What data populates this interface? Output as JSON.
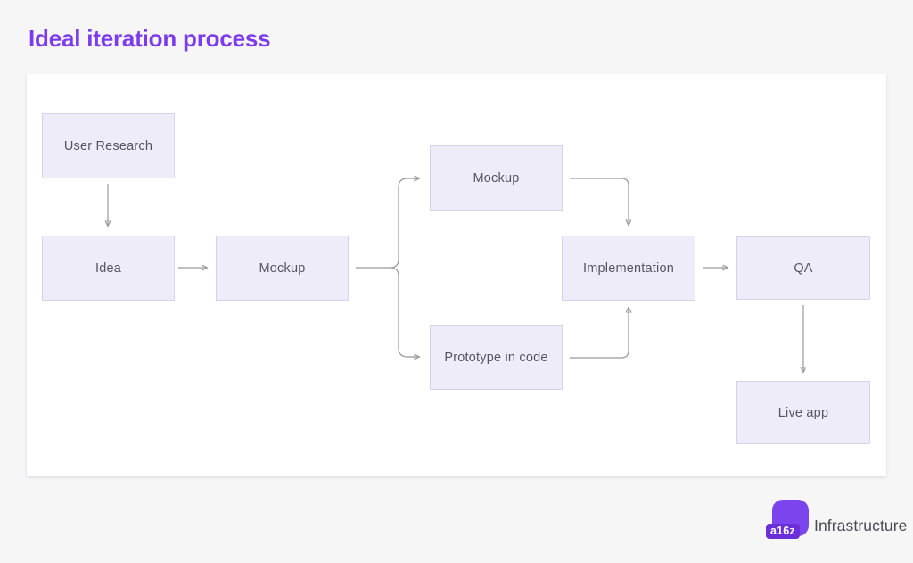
{
  "title": "Ideal iteration process",
  "diagram": {
    "nodes": [
      {
        "id": "user-research",
        "label": "User Research"
      },
      {
        "id": "idea",
        "label": "Idea"
      },
      {
        "id": "mockup-1",
        "label": "Mockup"
      },
      {
        "id": "mockup-2",
        "label": "Mockup"
      },
      {
        "id": "prototype",
        "label": "Prototype in code"
      },
      {
        "id": "implementation",
        "label": "Implementation"
      },
      {
        "id": "qa",
        "label": "QA"
      },
      {
        "id": "live-app",
        "label": "Live app"
      }
    ],
    "edges": [
      {
        "from": "user-research",
        "to": "idea"
      },
      {
        "from": "idea",
        "to": "mockup-1"
      },
      {
        "from": "mockup-1",
        "to": "mockup-2"
      },
      {
        "from": "mockup-1",
        "to": "prototype"
      },
      {
        "from": "mockup-2",
        "to": "implementation"
      },
      {
        "from": "prototype",
        "to": "implementation"
      },
      {
        "from": "implementation",
        "to": "qa"
      },
      {
        "from": "qa",
        "to": "live-app"
      }
    ]
  },
  "branding": {
    "logo_text": "a16z",
    "wordmark": "Infrastructure"
  },
  "colors": {
    "accent_title": "#7c3bec",
    "node_fill": "#efecfa",
    "node_border": "#d8d0ee",
    "node_text": "#56555f",
    "arrow": "#98989f",
    "canvas": "#ffffff",
    "page_background": "#f6f6f7",
    "logo_square": "#7b44ec",
    "logo_tag": "#6a2fd8",
    "wordmark_text": "#4b4b51"
  }
}
